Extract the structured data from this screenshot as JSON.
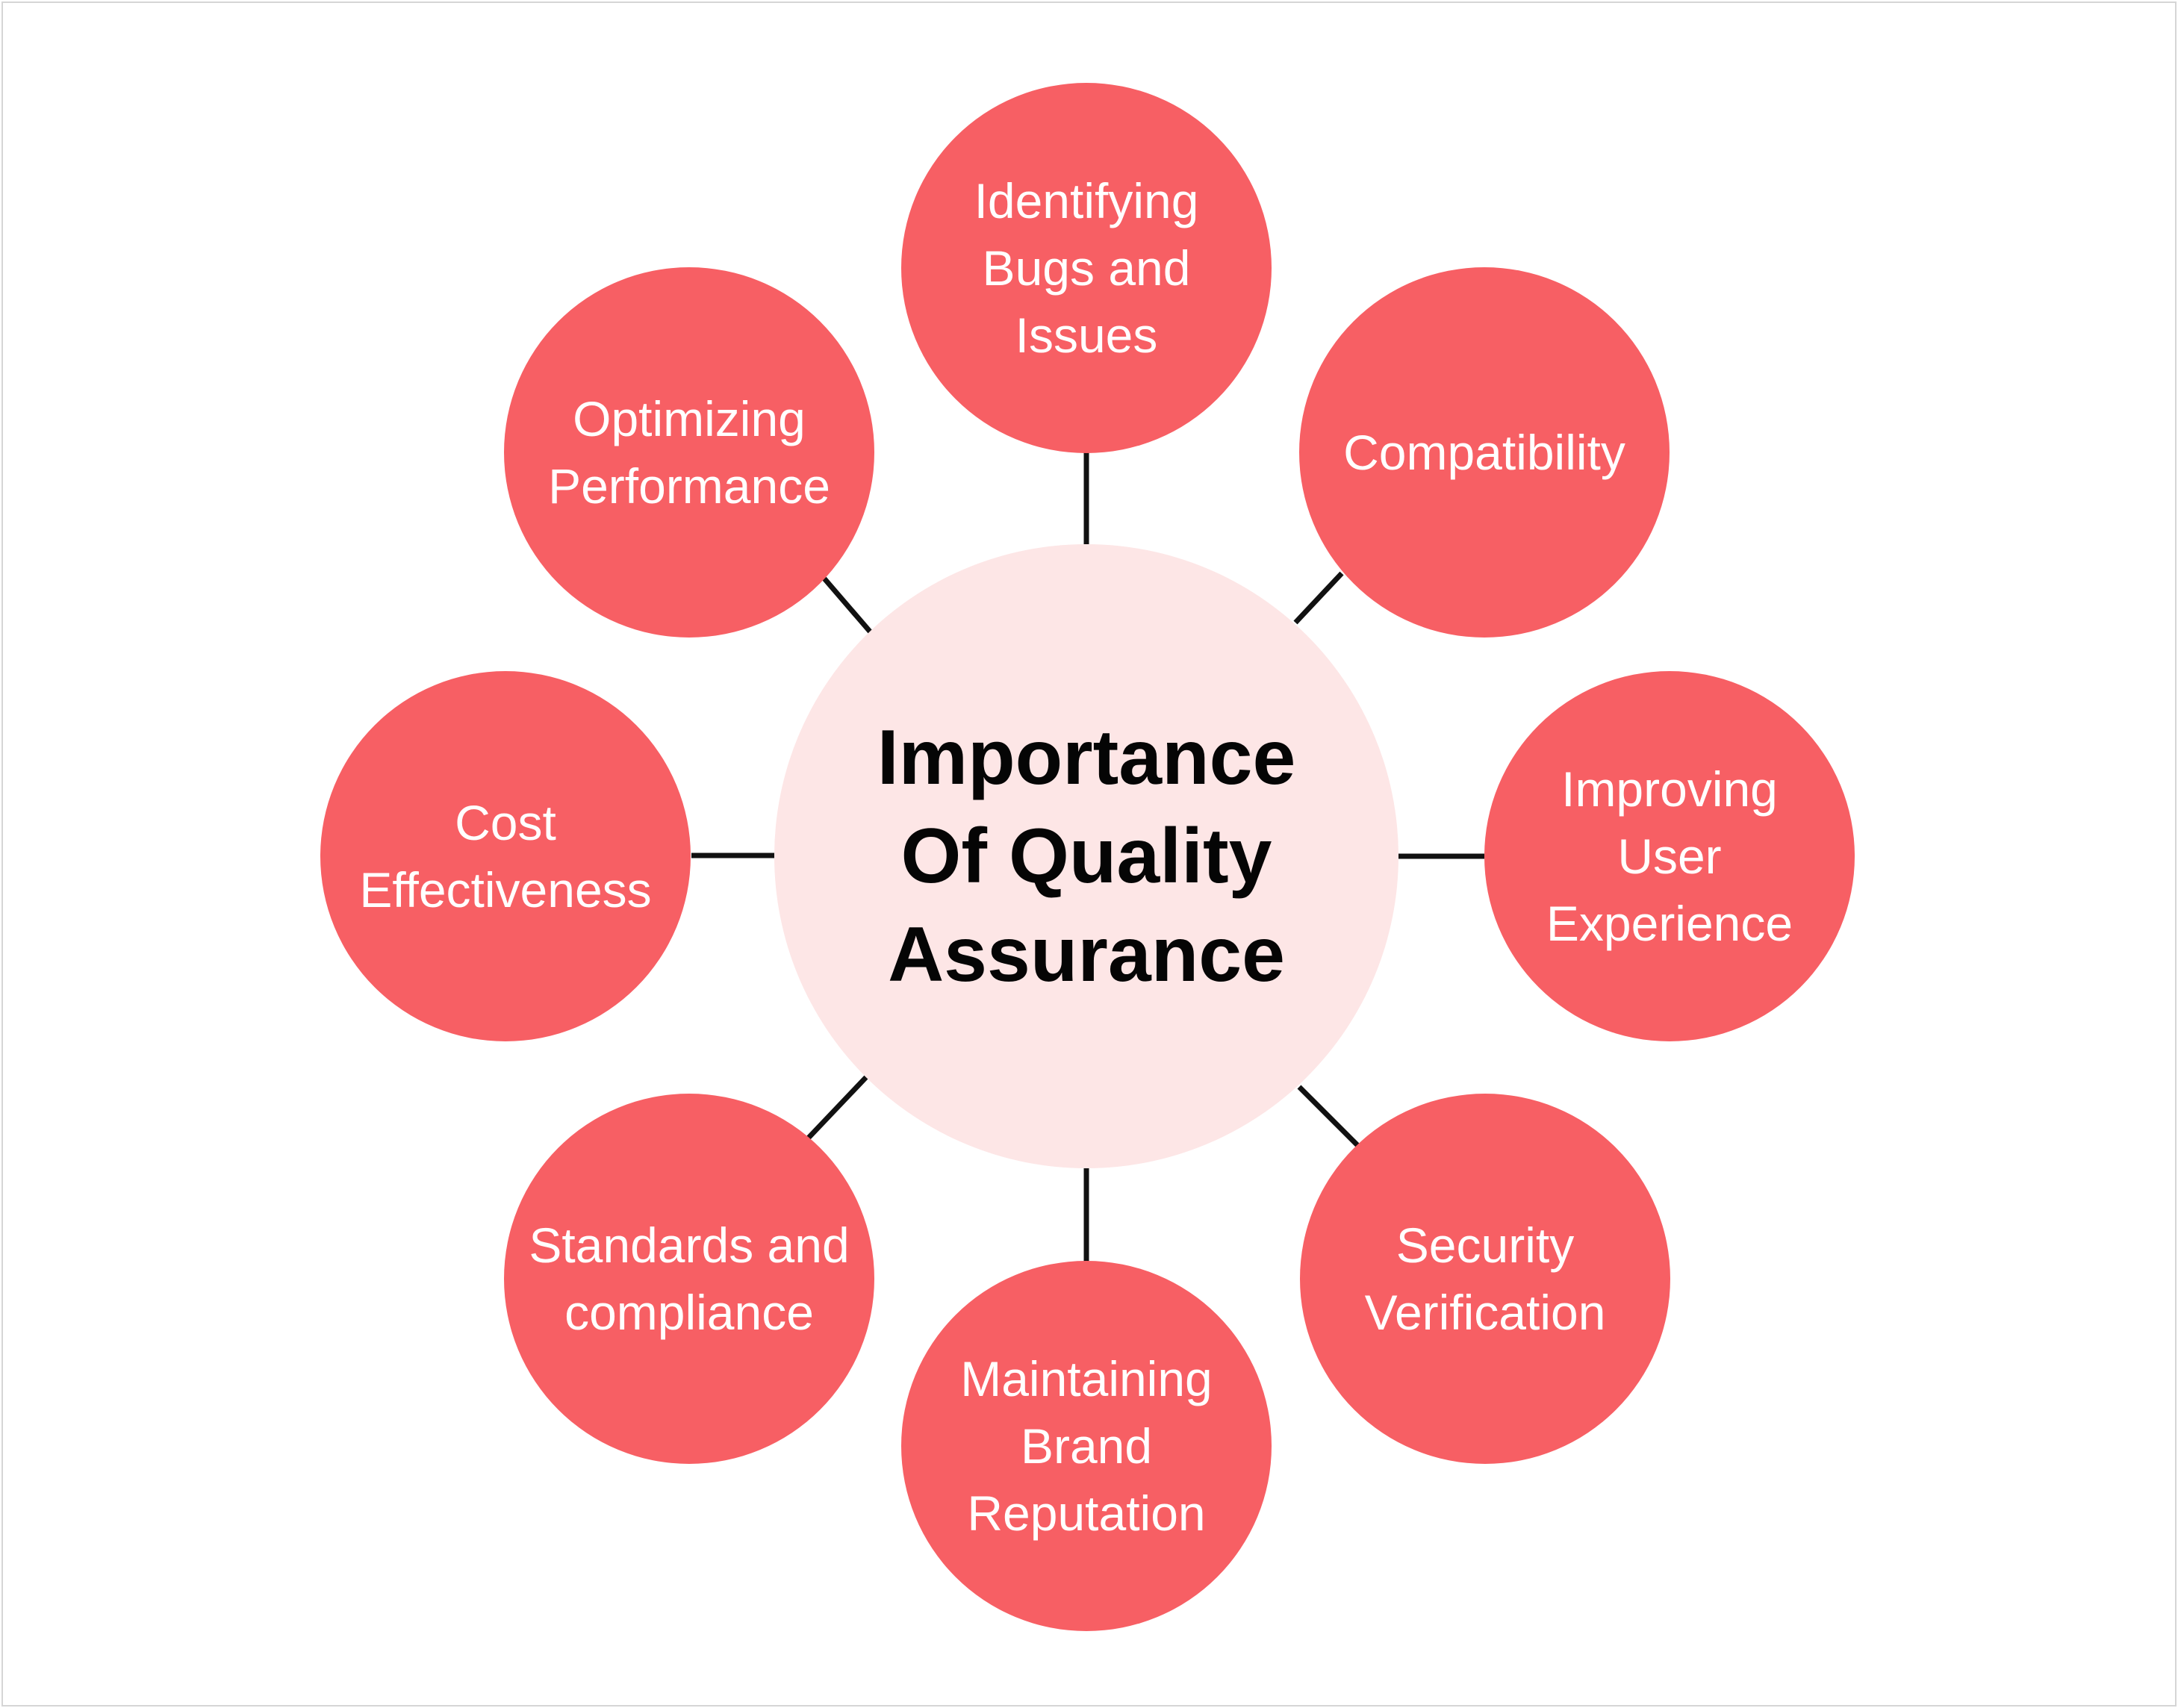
{
  "diagram": {
    "center_title": "Importance Of Quality Assurance",
    "nodes": [
      {
        "label": "Identifying Bugs and Issues"
      },
      {
        "label": "Compatibility"
      },
      {
        "label": "Improving User Experience"
      },
      {
        "label": "Security Verification"
      },
      {
        "label": "Maintaining Brand Reputation"
      },
      {
        "label": "Standards and compliance"
      },
      {
        "label": "Cost Effectiveness"
      },
      {
        "label": "Optimizing Performance"
      }
    ],
    "colors": {
      "center_fill": "#fde6e6",
      "node_fill": "#f75f64",
      "connector": "#111111",
      "center_text": "#050505",
      "node_text": "#ffffff"
    }
  }
}
